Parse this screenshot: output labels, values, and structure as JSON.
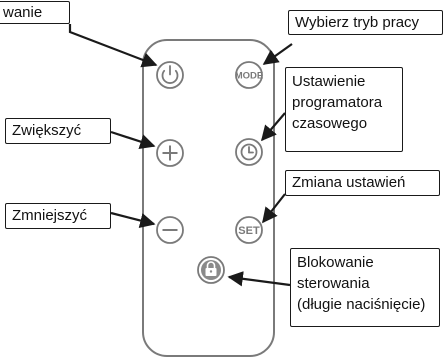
{
  "callouts": {
    "power": "wanie",
    "mode": "Wybierz tryb pracy",
    "increase": "Zwiększyć",
    "timer": [
      "Ustawienie",
      "programatora",
      "czasowego"
    ],
    "settings": "Zmiana ustawień",
    "decrease": "Zmniejszyć",
    "lock": [
      "Blokowanie",
      "sterowania",
      "(długie naciśnięcie)"
    ]
  },
  "buttons": {
    "mode": "MODE",
    "set": "SET"
  },
  "colors": {
    "outline": "#7a7a7a",
    "line": "#1a1a1a",
    "lock_fill": "#8a8a8a"
  }
}
